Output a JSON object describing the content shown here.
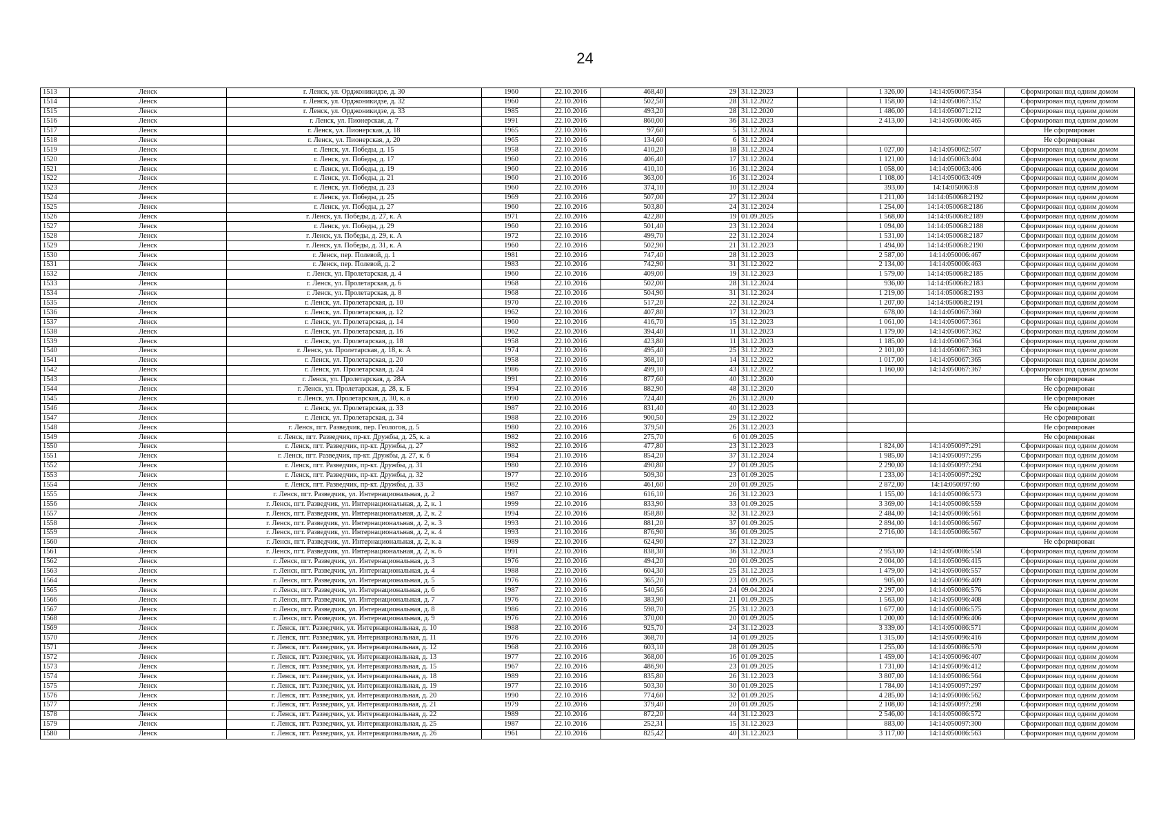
{
  "page_number": "24",
  "rows": [
    [
      "1513",
      "Ленск",
      "г. Ленск, ул. Орджоникидзе, д. 30",
      "1960",
      "22.10.2016",
      "468,40",
      "29",
      "31.12.2023",
      "",
      "1 326,00",
      "14:14:050067:354",
      "Сформирован под одним домом"
    ],
    [
      "1514",
      "Ленск",
      "г. Ленск, ул. Орджоникидзе, д. 32",
      "1960",
      "22.10.2016",
      "502,50",
      "28",
      "31.12.2022",
      "",
      "1 158,00",
      "14:14:050067:352",
      "Сформирован под одним домом"
    ],
    [
      "1515",
      "Ленск",
      "г. Ленск, ул. Орджоникидзе, д. 33",
      "1985",
      "22.10.2016",
      "493,20",
      "28",
      "31.12.2020",
      "",
      "1 486,00",
      "14:14:050071:212",
      "Сформирован под одним домом"
    ],
    [
      "1516",
      "Ленск",
      "г. Ленск, ул. Пионерская, д. 7",
      "1991",
      "22.10.2016",
      "860,00",
      "36",
      "31.12.2023",
      "",
      "2 413,00",
      "14:14:050006:465",
      "Сформирован под одним домом"
    ],
    [
      "1517",
      "Ленск",
      "г. Ленск, ул. Пионерская, д. 18",
      "1965",
      "22.10.2016",
      "97,60",
      "5",
      "31.12.2024",
      "",
      "",
      "",
      "Не сформирован"
    ],
    [
      "1518",
      "Ленск",
      "г. Ленск, ул. Пионерская, д. 20",
      "1965",
      "22.10.2016",
      "134,60",
      "6",
      "31.12.2024",
      "",
      "",
      "",
      "Не сформирован"
    ],
    [
      "1519",
      "Ленск",
      "г. Ленск, ул. Победы, д. 15",
      "1958",
      "22.10.2016",
      "410,20",
      "18",
      "31.12.2024",
      "",
      "1 027,00",
      "14:14:050062:507",
      "Сформирован под одним домом"
    ],
    [
      "1520",
      "Ленск",
      "г. Ленск, ул. Победы, д. 17",
      "1960",
      "22.10.2016",
      "406,40",
      "17",
      "31.12.2024",
      "",
      "1 121,00",
      "14:14:050063:404",
      "Сформирован под одним домом"
    ],
    [
      "1521",
      "Ленск",
      "г. Ленск, ул. Победы, д. 19",
      "1960",
      "22.10.2016",
      "410,10",
      "16",
      "31.12.2024",
      "",
      "1 058,00",
      "14:14:050063:406",
      "Сформирован под одним домом"
    ],
    [
      "1522",
      "Ленск",
      "г. Ленск, ул. Победы, д. 21",
      "1960",
      "21.10.2016",
      "363,00",
      "16",
      "31.12.2024",
      "",
      "1 108,00",
      "14:14:050063:409",
      "Сформирован под одним домом"
    ],
    [
      "1523",
      "Ленск",
      "г. Ленск, ул. Победы, д. 23",
      "1960",
      "22.10.2016",
      "374,10",
      "10",
      "31.12.2024",
      "",
      "393,00",
      "14:14:050063:8",
      "Сформирован под одним домом"
    ],
    [
      "1524",
      "Ленск",
      "г. Ленск, ул. Победы, д. 25",
      "1969",
      "22.10.2016",
      "507,00",
      "27",
      "31.12.2024",
      "",
      "1 211,00",
      "14:14:050068:2192",
      "Сформирован под одним домом"
    ],
    [
      "1525",
      "Ленск",
      "г. Ленск, ул. Победы, д. 27",
      "1960",
      "22.10.2016",
      "503,80",
      "24",
      "31.12.2024",
      "",
      "1 254,00",
      "14:14:050068:2186",
      "Сформирован под одним домом"
    ],
    [
      "1526",
      "Ленск",
      "г. Ленск, ул. Победы, д. 27, к. А",
      "1971",
      "22.10.2016",
      "422,80",
      "19",
      "01.09.2025",
      "",
      "1 568,00",
      "14:14:050068:2189",
      "Сформирован под одним домом"
    ],
    [
      "1527",
      "Ленск",
      "г. Ленск, ул. Победы, д. 29",
      "1960",
      "22.10.2016",
      "501,40",
      "23",
      "31.12.2024",
      "",
      "1 094,00",
      "14:14:050068:2188",
      "Сформирован под одним домом"
    ],
    [
      "1528",
      "Ленск",
      "г. Ленск, ул. Победы, д. 29, к. А",
      "1972",
      "22.10.2016",
      "499,70",
      "22",
      "31.12.2024",
      "",
      "1 531,00",
      "14:14:050068:2187",
      "Сформирован под одним домом"
    ],
    [
      "1529",
      "Ленск",
      "г. Ленск, ул. Победы, д. 31, к. А",
      "1960",
      "22.10.2016",
      "502,90",
      "21",
      "31.12.2023",
      "",
      "1 494,00",
      "14:14:050068:2190",
      "Сформирован под одним домом"
    ],
    [
      "1530",
      "Ленск",
      "г. Ленск, пер. Полевой, д. 1",
      "1981",
      "22.10.2016",
      "747,40",
      "28",
      "31.12.2023",
      "",
      "2 587,00",
      "14:14:050006:467",
      "Сформирован под одним домом"
    ],
    [
      "1531",
      "Ленск",
      "г. Ленск, пер. Полевой, д. 2",
      "1983",
      "22.10.2016",
      "742,90",
      "31",
      "31.12.2022",
      "",
      "2 134,00",
      "14:14:050006:463",
      "Сформирован под одним домом"
    ],
    [
      "1532",
      "Ленск",
      "г. Ленск, ул. Пролетарская, д. 4",
      "1960",
      "22.10.2016",
      "409,00",
      "19",
      "31.12.2023",
      "",
      "1 579,00",
      "14:14:050068:2185",
      "Сформирован под одним домом"
    ],
    [
      "1533",
      "Ленск",
      "г. Ленск, ул. Пролетарская, д. 6",
      "1968",
      "22.10.2016",
      "502,00",
      "28",
      "31.12.2024",
      "",
      "936,00",
      "14:14:050068:2183",
      "Сформирован под одним домом"
    ],
    [
      "1534",
      "Ленск",
      "г. Ленск, ул. Пролетарская, д. 8",
      "1968",
      "22.10.2016",
      "504,90",
      "31",
      "31.12.2024",
      "",
      "1 219,00",
      "14:14:050068:2193",
      "Сформирован под одним домом"
    ],
    [
      "1535",
      "Ленск",
      "г. Ленск, ул. Пролетарская, д. 10",
      "1970",
      "22.10.2016",
      "517,20",
      "22",
      "31.12.2024",
      "",
      "1 207,00",
      "14:14:050068:2191",
      "Сформирован под одним домом"
    ],
    [
      "1536",
      "Ленск",
      "г. Ленск, ул. Пролетарская, д. 12",
      "1962",
      "22.10.2016",
      "407,80",
      "17",
      "31.12.2023",
      "",
      "678,00",
      "14:14:050067:360",
      "Сформирован под одним домом"
    ],
    [
      "1537",
      "Ленск",
      "г. Ленск, ул. Пролетарская, д. 14",
      "1960",
      "22.10.2016",
      "416,70",
      "15",
      "31.12.2023",
      "",
      "1 061,00",
      "14:14:050067:361",
      "Сформирован под одним домом"
    ],
    [
      "1538",
      "Ленск",
      "г. Ленск, ул. Пролетарская, д. 16",
      "1962",
      "22.10.2016",
      "394,40",
      "11",
      "31.12.2023",
      "",
      "1 179,00",
      "14:14:050067:362",
      "Сформирован под одним домом"
    ],
    [
      "1539",
      "Ленск",
      "г. Ленск, ул. Пролетарская, д. 18",
      "1958",
      "22.10.2016",
      "423,80",
      "11",
      "31.12.2023",
      "",
      "1 185,00",
      "14:14:050067:364",
      "Сформирован под одним домом"
    ],
    [
      "1540",
      "Ленск",
      "г. Ленск, ул. Пролетарская, д. 18, к. А",
      "1974",
      "22.10.2016",
      "495,40",
      "25",
      "31.12.2022",
      "",
      "2 101,00",
      "14:14:050067:363",
      "Сформирован под одним домом"
    ],
    [
      "1541",
      "Ленск",
      "г. Ленск, ул. Пролетарская, д. 20",
      "1958",
      "22.10.2016",
      "368,10",
      "14",
      "31.12.2022",
      "",
      "1 017,00",
      "14:14:050067:365",
      "Сформирован под одним домом"
    ],
    [
      "1542",
      "Ленск",
      "г. Ленск, ул. Пролетарская, д. 24",
      "1986",
      "22.10.2016",
      "499,10",
      "43",
      "31.12.2022",
      "",
      "1 160,00",
      "14:14:050067:367",
      "Сформирован под одним домом"
    ],
    [
      "1543",
      "Ленск",
      "г. Ленск, ул. Пролетарская, д. 28А",
      "1991",
      "22.10.2016",
      "877,60",
      "40",
      "31.12.2020",
      "",
      "",
      "",
      "Не сформирован"
    ],
    [
      "1544",
      "Ленск",
      "г. Ленск, ул. Пролетарская, д. 28, к. Б",
      "1994",
      "22.10.2016",
      "882,90",
      "48",
      "31.12.2020",
      "",
      "",
      "",
      "Не сформирован"
    ],
    [
      "1545",
      "Ленск",
      "г. Ленск, ул. Пролетарская, д. 30, к. а",
      "1990",
      "22.10.2016",
      "724,40",
      "26",
      "31.12.2020",
      "",
      "",
      "",
      "Не сформирован"
    ],
    [
      "1546",
      "Ленск",
      "г. Ленск, ул. Пролетарская, д. 33",
      "1987",
      "22.10.2016",
      "831,40",
      "40",
      "31.12.2023",
      "",
      "",
      "",
      "Не сформирован"
    ],
    [
      "1547",
      "Ленск",
      "г. Ленск, ул. Пролетарская, д. 34",
      "1988",
      "22.10.2016",
      "900,50",
      "29",
      "31.12.2022",
      "",
      "",
      "",
      "Не сформирован"
    ],
    [
      "1548",
      "Ленск",
      "г. Ленск, пгт. Разведчик, пер. Геологов, д. 5",
      "1980",
      "22.10.2016",
      "379,50",
      "26",
      "31.12.2023",
      "",
      "",
      "",
      "Не сформирован"
    ],
    [
      "1549",
      "Ленск",
      "г. Ленск, пгт. Разведчик, пр-кт. Дружбы, д. 25, к. а",
      "1982",
      "22.10.2016",
      "275,70",
      "6",
      "01.09.2025",
      "",
      "",
      "",
      "Не сформирован"
    ],
    [
      "1550",
      "Ленск",
      "г. Ленск, пгт. Разведчик, пр-кт. Дружбы, д. 27",
      "1982",
      "22.10.2016",
      "477,80",
      "23",
      "31.12.2023",
      "",
      "1 824,00",
      "14:14:050097:291",
      "Сформирован под одним домом"
    ],
    [
      "1551",
      "Ленск",
      "г. Ленск, пгт. Разведчик, пр-кт. Дружбы, д. 27, к. б",
      "1984",
      "21.10.2016",
      "854,20",
      "37",
      "31.12.2024",
      "",
      "1 985,00",
      "14:14:050097:295",
      "Сформирован под одним домом"
    ],
    [
      "1552",
      "Ленск",
      "г. Ленск, пгт. Разведчик, пр-кт. Дружбы, д. 31",
      "1980",
      "22.10.2016",
      "490,80",
      "27",
      "01.09.2025",
      "",
      "2 290,00",
      "14:14:050097:294",
      "Сформирован под одним домом"
    ],
    [
      "1553",
      "Ленск",
      "г. Ленск, пгт. Разведчик, пр-кт. Дружбы, д. 32",
      "1977",
      "22.10.2016",
      "509,30",
      "23",
      "01.09.2025",
      "",
      "1 233,00",
      "14:14:050097:292",
      "Сформирован под одним домом"
    ],
    [
      "1554",
      "Ленск",
      "г. Ленск, пгт. Разведчик, пр-кт. Дружбы, д. 33",
      "1982",
      "22.10.2016",
      "461,60",
      "20",
      "01.09.2025",
      "",
      "2 872,00",
      "14:14:050097:60",
      "Сформирован под одним домом"
    ],
    [
      "1555",
      "Ленск",
      "г. Ленск, пгт. Разведчик, ул. Интернациональная, д. 2",
      "1987",
      "22.10.2016",
      "616,10",
      "26",
      "31.12.2023",
      "",
      "1 155,00",
      "14:14:050086:573",
      "Сформирован под одним домом"
    ],
    [
      "1556",
      "Ленск",
      "г. Ленск, пгт. Разведчик, ул. Интернациональная, д. 2, к. 1",
      "1999",
      "22.10.2016",
      "833,90",
      "33",
      "01.09.2025",
      "",
      "3 369,00",
      "14:14:050086:559",
      "Сформирован под одним домом"
    ],
    [
      "1557",
      "Ленск",
      "г. Ленск, пгт. Разведчик, ул. Интернациональная, д. 2, к. 2",
      "1994",
      "22.10.2016",
      "858,80",
      "32",
      "31.12.2023",
      "",
      "2 484,00",
      "14:14:050086:561",
      "Сформирован под одним домом"
    ],
    [
      "1558",
      "Ленск",
      "г. Ленск, пгт. Разведчик, ул. Интернациональная, д. 2, к. 3",
      "1993",
      "21.10.2016",
      "881,20",
      "37",
      "01.09.2025",
      "",
      "2 894,00",
      "14:14:050086:567",
      "Сформирован под одним домом"
    ],
    [
      "1559",
      "Ленск",
      "г. Ленск, пгт. Разведчик, ул. Интернациональная, д. 2, к. 4",
      "1993",
      "21.10.2016",
      "876,90",
      "36",
      "01.09.2025",
      "",
      "2 716,00",
      "14:14:050086:567",
      "Сформирован под одним домом"
    ],
    [
      "1560",
      "Ленск",
      "г. Ленск, пгт. Разведчик, ул. Интернациональная, д. 2, к. а",
      "1989",
      "22.10.2016",
      "624,90",
      "27",
      "31.12.2023",
      "",
      "",
      "",
      "Не сформирован"
    ],
    [
      "1561",
      "Ленск",
      "г. Ленск, пгт. Разведчик, ул. Интернациональная, д. 2, к. б",
      "1991",
      "22.10.2016",
      "838,30",
      "36",
      "31.12.2023",
      "",
      "2 953,00",
      "14:14:050086:558",
      "Сформирован под одним домом"
    ],
    [
      "1562",
      "Ленск",
      "г. Ленск, пгт. Разведчик, ул. Интернациональная, д. 3",
      "1976",
      "22.10.2016",
      "494,20",
      "20",
      "01.09.2025",
      "",
      "2 004,00",
      "14:14:050096:415",
      "Сформирован под одним домом"
    ],
    [
      "1563",
      "Ленск",
      "г. Ленск, пгт. Разведчик, ул. Интернациональная, д. 4",
      "1988",
      "22.10.2016",
      "604,30",
      "25",
      "31.12.2023",
      "",
      "1 479,00",
      "14:14:050086:557",
      "Сформирован под одним домом"
    ],
    [
      "1564",
      "Ленск",
      "г. Ленск, пгт. Разведчик, ул. Интернациональная, д. 5",
      "1976",
      "22.10.2016",
      "365,20",
      "23",
      "01.09.2025",
      "",
      "905,00",
      "14:14:050096:409",
      "Сформирован под одним домом"
    ],
    [
      "1565",
      "Ленск",
      "г. Ленск, пгт. Разведчик, ул. Интернациональная, д. 6",
      "1987",
      "22.10.2016",
      "540,56",
      "24",
      "09.04.2024",
      "",
      "2 297,00",
      "14:14:050086:576",
      "Сформирован под одним домом"
    ],
    [
      "1566",
      "Ленск",
      "г. Ленск, пгт. Разведчик, ул. Интернациональная, д. 7",
      "1976",
      "22.10.2016",
      "383,90",
      "21",
      "01.09.2025",
      "",
      "1 563,00",
      "14:14:050096:408",
      "Сформирован под одним домом"
    ],
    [
      "1567",
      "Ленск",
      "г. Ленск, пгт. Разведчик, ул. Интернациональная, д. 8",
      "1986",
      "22.10.2016",
      "598,70",
      "25",
      "31.12.2023",
      "",
      "1 677,00",
      "14:14:050086:575",
      "Сформирован под одним домом"
    ],
    [
      "1568",
      "Ленск",
      "г. Ленск, пгт. Разведчик, ул. Интернациональная, д. 9",
      "1976",
      "22.10.2016",
      "370,00",
      "20",
      "01.09.2025",
      "",
      "1 200,00",
      "14:14:050096:406",
      "Сформирован под одним домом"
    ],
    [
      "1569",
      "Ленск",
      "г. Ленск, пгт. Разведчик, ул. Интернациональная, д. 10",
      "1988",
      "22.10.2016",
      "925,70",
      "24",
      "31.12.2023",
      "",
      "3 339,00",
      "14:14:050086:571",
      "Сформирован под одним домом"
    ],
    [
      "1570",
      "Ленск",
      "г. Ленск, пгт. Разведчик, ул. Интернациональная, д. 11",
      "1976",
      "22.10.2016",
      "368,70",
      "14",
      "01.09.2025",
      "",
      "1 315,00",
      "14:14:050096:416",
      "Сформирован под одним домом"
    ],
    [
      "1571",
      "Ленск",
      "г. Ленск, пгт. Разведчик, ул. Интернациональная, д. 12",
      "1968",
      "22.10.2016",
      "603,10",
      "28",
      "01.09.2025",
      "",
      "1 255,00",
      "14:14:050086:570",
      "Сформирован под одним домом"
    ],
    [
      "1572",
      "Ленск",
      "г. Ленск, пгт. Разведчик, ул. Интернациональная, д. 13",
      "1977",
      "22.10.2016",
      "368,00",
      "16",
      "01.09.2025",
      "",
      "1 459,00",
      "14:14:050096:407",
      "Сформирован под одним домом"
    ],
    [
      "1573",
      "Ленск",
      "г. Ленск, пгт. Разведчик, ул. Интернациональная, д. 15",
      "1967",
      "22.10.2016",
      "486,90",
      "23",
      "01.09.2025",
      "",
      "1 731,00",
      "14:14:050096:412",
      "Сформирован под одним домом"
    ],
    [
      "1574",
      "Ленск",
      "г. Ленск, пгт. Разведчик, ул. Интернациональная, д. 18",
      "1989",
      "22.10.2016",
      "835,80",
      "26",
      "31.12.2023",
      "",
      "3 807,00",
      "14:14:050086:564",
      "Сформирован под одним домом"
    ],
    [
      "1575",
      "Ленск",
      "г. Ленск, пгт. Разведчик, ул. Интернациональная, д. 19",
      "1977",
      "22.10.2016",
      "503,30",
      "30",
      "01.09.2025",
      "",
      "1 784,00",
      "14:14:050097:297",
      "Сформирован под одним домом"
    ],
    [
      "1576",
      "Ленск",
      "г. Ленск, пгт. Разведчик, ул. Интернациональная, д. 20",
      "1990",
      "22.10.2016",
      "774,60",
      "32",
      "01.09.2025",
      "",
      "4 285,00",
      "14:14:050086:562",
      "Сформирован под одним домом"
    ],
    [
      "1577",
      "Ленск",
      "г. Ленск, пгт. Разведчик, ул. Интернациональная, д. 21",
      "1979",
      "22.10.2016",
      "379,40",
      "20",
      "01.09.2025",
      "",
      "2 108,00",
      "14:14:050097:298",
      "Сформирован под одним домом"
    ],
    [
      "1578",
      "Ленск",
      "г. Ленск, пгт. Разведчик, ул. Интернациональная, д. 22",
      "1989",
      "22.10.2016",
      "872,20",
      "44",
      "31.12.2023",
      "",
      "2 546,00",
      "14:14:050086:572",
      "Сформирован под одним домом"
    ],
    [
      "1579",
      "Ленск",
      "г. Ленск, пгт. Разведчик, ул. Интернациональная, д. 25",
      "1987",
      "22.10.2016",
      "252,31",
      "15",
      "31.12.2023",
      "",
      "883,00",
      "14:14:050097:300",
      "Сформирован под одним домом"
    ],
    [
      "1580",
      "Ленск",
      "г. Ленск, пгт. Разведчик, ул. Интернациональная, д. 26",
      "1961",
      "22.10.2016",
      "825,42",
      "40",
      "31.12.2023",
      "",
      "3 117,00",
      "14:14:050086:563",
      "Сформирован под одним домом"
    ]
  ]
}
